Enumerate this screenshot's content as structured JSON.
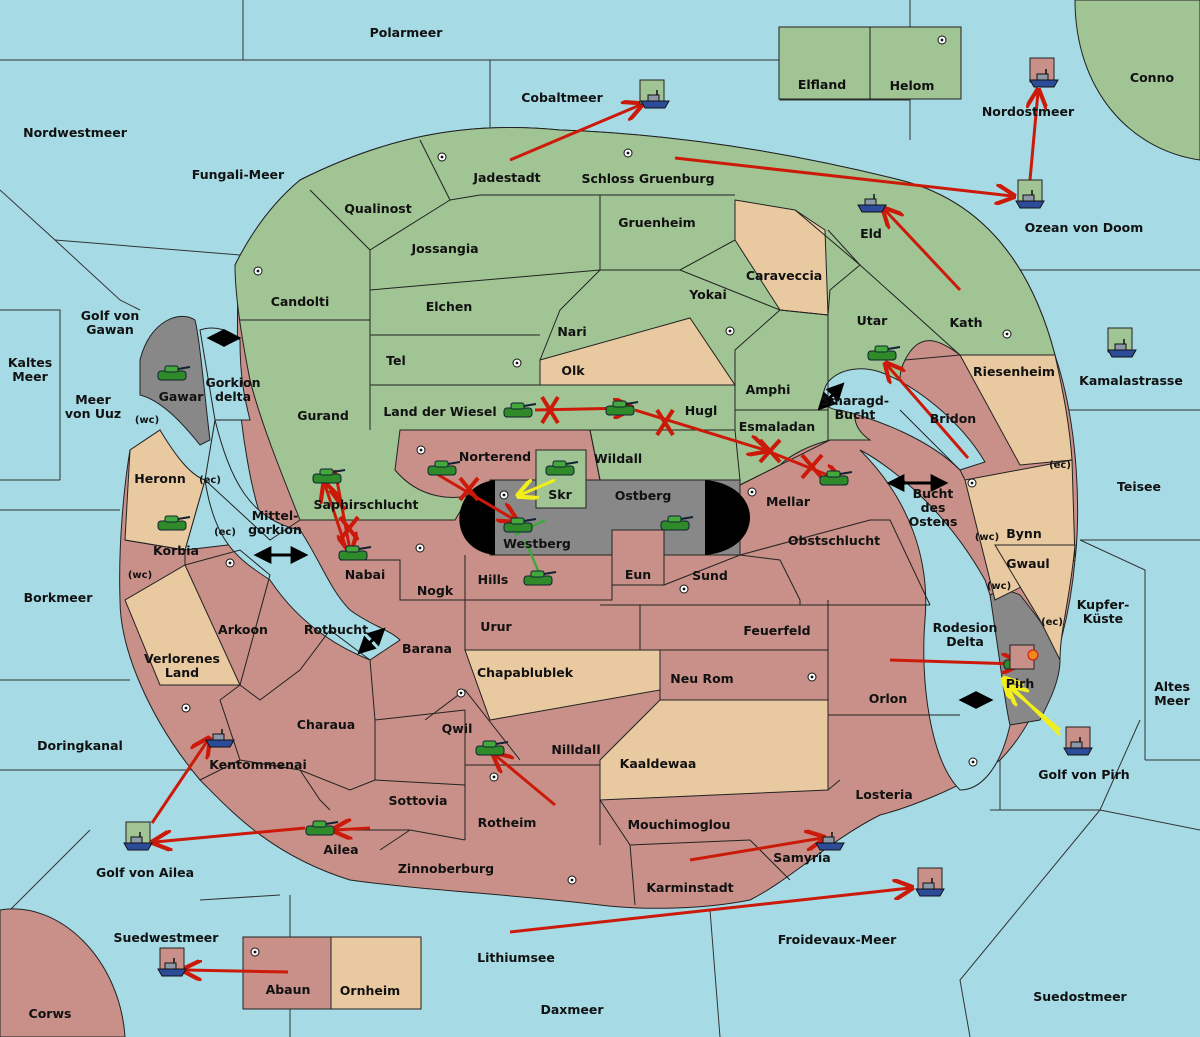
{
  "map": {
    "colors": {
      "sea": "#a6dbe6",
      "player_green": "#a0c493",
      "player_red": "#c89088",
      "neutral": "#e9c9a0",
      "impassable": "#8a8a8a",
      "order_move": "#cc1a0a",
      "order_support": "#f2ee1a",
      "order_convoy": "#3fa83a"
    },
    "seas": {
      "polarmeer": "Polarmeer",
      "nordwestmeer": "Nordwestmeer",
      "fungali": "Fungali-Meer",
      "cobaltmeer": "Cobaltmeer",
      "conno": "Conno",
      "nordostmeer": "Nordostmeer",
      "ozean_doom": "Ozean von Doom",
      "kaltes": "Kaltes\nMeer",
      "golf_gawan": "Golf von\nGawan",
      "meer_uuz": "Meer\nvon Uuz",
      "kamalastrasse": "Kamalastrasse",
      "teisee": "Teisee",
      "borkmeer": "Borkmeer",
      "kupferkueste": "Kupfer-\nKüste",
      "altes_meer": "Altes\nMeer",
      "doringkanal": "Doringkanal",
      "golf_pirh": "Golf von Pirh",
      "golf_ailea": "Golf von Ailea",
      "suedwestmeer": "Suedwestmeer",
      "froidevaux": "Froidevaux-Meer",
      "lithiumsee": "Lithiumsee",
      "daxmeer": "Daxmeer",
      "suedostmeer": "Suedostmeer",
      "corws": "Corws",
      "smaragdbucht": "Smaragd-\nBucht",
      "bucht_ostens": "Bucht\ndes\nOstens",
      "mittelgorkion": "Mittel-\ngorkion",
      "rotbucht": "Rotbucht",
      "gorkion_delta": "Gorkion\ndelta",
      "rodesion_delta": "Rodesion\nDelta"
    },
    "provinces": {
      "elfland": "Elfland",
      "helom": "Helom",
      "jadestadt": "Jadestadt",
      "schloss": "Schloss Gruenburg",
      "qualinost": "Qualinost",
      "gruenheim": "Gruenheim",
      "jossangia": "Jossangia",
      "caraveccia": "Caraveccia",
      "eld": "Eld",
      "candolti": "Candolti",
      "elchen": "Elchen",
      "yokai": "Yokai",
      "nari": "Nari",
      "kath": "Kath",
      "utar": "Utar",
      "tel": "Tel",
      "olk": "Olk",
      "riesenheim": "Riesenheim",
      "amphi": "Amphi",
      "gurand": "Gurand",
      "land_wiesel": "Land der Wiesel",
      "hugl": "Hugl",
      "bridon": "Bridon",
      "esmaladan": "Esmaladan",
      "gawar": "Gawar",
      "norterend": "Norterend",
      "wildall": "Wildall",
      "heronn": "Heronn",
      "skr": "Skr",
      "ostberg": "Ostberg",
      "mellar": "Mellar",
      "bynn": "Bynn",
      "saphir": "Saphirschlucht",
      "korbia": "Korbia",
      "westberg": "Westberg",
      "obstschlucht": "Obstschlucht",
      "gwaul": "Gwaul",
      "nabai": "Nabai",
      "eun": "Eun",
      "sund": "Sund",
      "hills": "Hills",
      "nogk": "Nogk",
      "arkoon": "Arkoon",
      "verlorenes": "Verlorenes\nLand",
      "urur": "Urur",
      "feuerfeld": "Feuerfeld",
      "barana": "Barana",
      "pirh": "Pirh",
      "chapablublek": "Chapablublek",
      "neu_rom": "Neu Rom",
      "orlon": "Orlon",
      "charaua": "Charaua",
      "qwil": "Qwil",
      "nilldall": "Nilldall",
      "kaaldewaa": "Kaaldewaa",
      "kentommenai": "Kentommenai",
      "sottovia": "Sottovia",
      "losteria": "Losteria",
      "rotheim": "Rotheim",
      "mouchimoglou": "Mouchimoglou",
      "ailea": "Ailea",
      "samyria": "Samyria",
      "zinnoberburg": "Zinnoberburg",
      "karminstadt": "Karminstadt",
      "abaun": "Abaun",
      "ornheim": "Ornheim"
    },
    "coast_tags": {
      "gawar_wc": "(wc)",
      "heronn_ec": "(ec)",
      "korbia_ec": "(ec)",
      "korbia_wc": "(wc)",
      "riesenheim_ec": "(ec)",
      "bynn_wc": "(wc)",
      "gwaul_wc": "(wc)",
      "pirh_ec": "(ec)"
    }
  }
}
